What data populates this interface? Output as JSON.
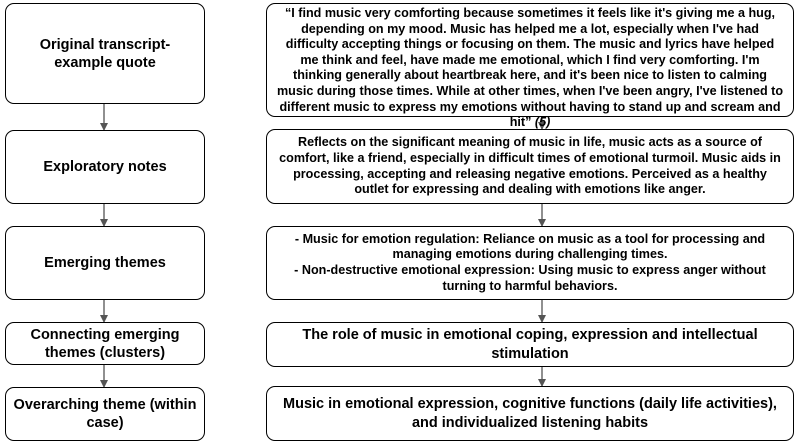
{
  "stages": [
    {
      "label": "Original transcript-\nexample quote",
      "content": "“I find music very comforting because sometimes it feels like it's giving me a hug, depending on my mood. Music has helped me a lot, especially when I've had difficulty accepting things or focusing on them. The music and lyrics have helped me think and feel, have made me emotional, which I find very comforting. I'm thinking generally about heartbreak here, and it's been nice to listen to calming music during those times. While at other times, when I've been angry, I've listened to different music to express my emotions without having to stand up and scream and hit”",
      "ref": "(5)"
    },
    {
      "label": "Exploratory notes",
      "content": "Reflects on the significant meaning of music in life, music acts as a source of comfort, like a friend, especially in difficult times of emotional turmoil. Music aids in processing, accepting and releasing negative emotions. Perceived as a healthy outlet for expressing and dealing with emotions like anger."
    },
    {
      "label": "Emerging themes",
      "items": [
        "- Music for emotion regulation: Reliance on music as a tool for processing and managing emotions during challenging times.",
        "- Non-destructive emotional expression: Using music to express anger without turning to harmful behaviors."
      ]
    },
    {
      "label": "Connecting emerging\nthemes (clusters)",
      "content": "The role of music in emotional coping, expression and intellectual stimulation"
    },
    {
      "label": "Overarching theme (within\ncase)",
      "content": "Music in emotional expression, cognitive functions (daily life activities), and individualized listening habits"
    }
  ],
  "colors": {
    "stroke": "#000000",
    "arrow": "#555555",
    "background": "#ffffff"
  }
}
